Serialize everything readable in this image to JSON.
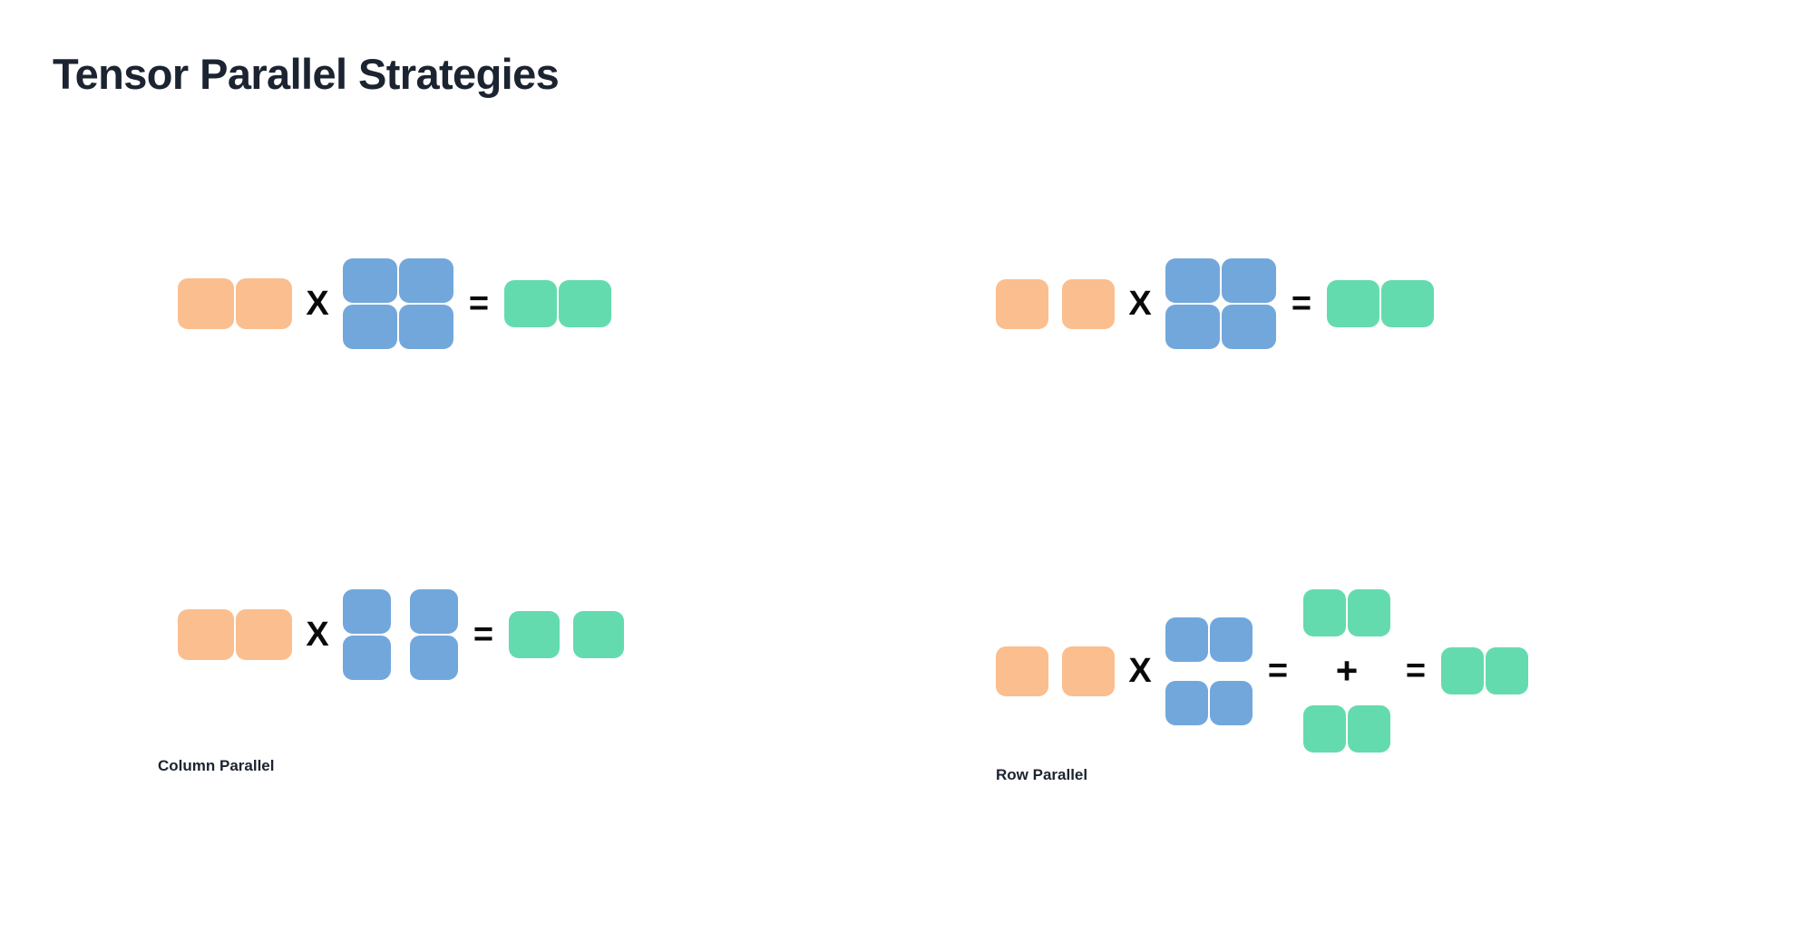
{
  "page": {
    "title": "Tensor Parallel Strategies",
    "background_color": "#ffffff",
    "title_color": "#1b2430"
  },
  "palette": {
    "input_activation": "#fbbe8e",
    "weight_matrix": "#72a7dc",
    "output_activation": "#64dbae",
    "operator": "#0a0a0a"
  },
  "operators": {
    "multiply": "X",
    "equals": "=",
    "plus": "+"
  },
  "diagrams": [
    {
      "id": "column-parallel-unsharded",
      "position": "top-left",
      "label": "",
      "expression": [
        {
          "role": "input",
          "shape": "1x2",
          "color": "#fbbe8e",
          "split": "none"
        },
        {
          "role": "operator",
          "glyph": "X"
        },
        {
          "role": "weight",
          "shape": "2x2",
          "color": "#72a7dc",
          "split": "none"
        },
        {
          "role": "operator",
          "glyph": "="
        },
        {
          "role": "output",
          "shape": "1x2",
          "color": "#64dbae",
          "split": "none"
        }
      ]
    },
    {
      "id": "row-parallel-unsharded",
      "position": "top-right",
      "label": "",
      "expression": [
        {
          "role": "input",
          "shape": "1x2",
          "color": "#fbbe8e",
          "split": "columns"
        },
        {
          "role": "operator",
          "glyph": "X"
        },
        {
          "role": "weight",
          "shape": "2x2",
          "color": "#72a7dc",
          "split": "none"
        },
        {
          "role": "operator",
          "glyph": "="
        },
        {
          "role": "output",
          "shape": "1x2",
          "color": "#64dbae",
          "split": "none"
        }
      ]
    },
    {
      "id": "column-parallel-sharded",
      "position": "bottom-left",
      "label": "Column Parallel",
      "expression": [
        {
          "role": "input",
          "shape": "1x2",
          "color": "#fbbe8e",
          "split": "none"
        },
        {
          "role": "operator",
          "glyph": "X"
        },
        {
          "role": "weight",
          "shape": "2x2",
          "color": "#72a7dc",
          "split": "columns"
        },
        {
          "role": "operator",
          "glyph": "="
        },
        {
          "role": "output",
          "shape": "1x2",
          "color": "#64dbae",
          "split": "columns"
        }
      ]
    },
    {
      "id": "row-parallel-sharded",
      "position": "bottom-right",
      "label": "Row Parallel",
      "expression": [
        {
          "role": "input",
          "shape": "1x2",
          "color": "#fbbe8e",
          "split": "columns"
        },
        {
          "role": "operator",
          "glyph": "X"
        },
        {
          "role": "weight",
          "shape": "2x2",
          "color": "#72a7dc",
          "split": "rows"
        },
        {
          "role": "operator",
          "glyph": "="
        },
        {
          "role": "partial_sum",
          "shape": "1x2 + 1x2",
          "color": "#64dbae",
          "combiner": "+"
        },
        {
          "role": "operator",
          "glyph": "="
        },
        {
          "role": "output",
          "shape": "1x2",
          "color": "#64dbae",
          "split": "none"
        }
      ]
    }
  ],
  "labels": {
    "column_parallel": "Column Parallel",
    "row_parallel": "Row Parallel"
  }
}
